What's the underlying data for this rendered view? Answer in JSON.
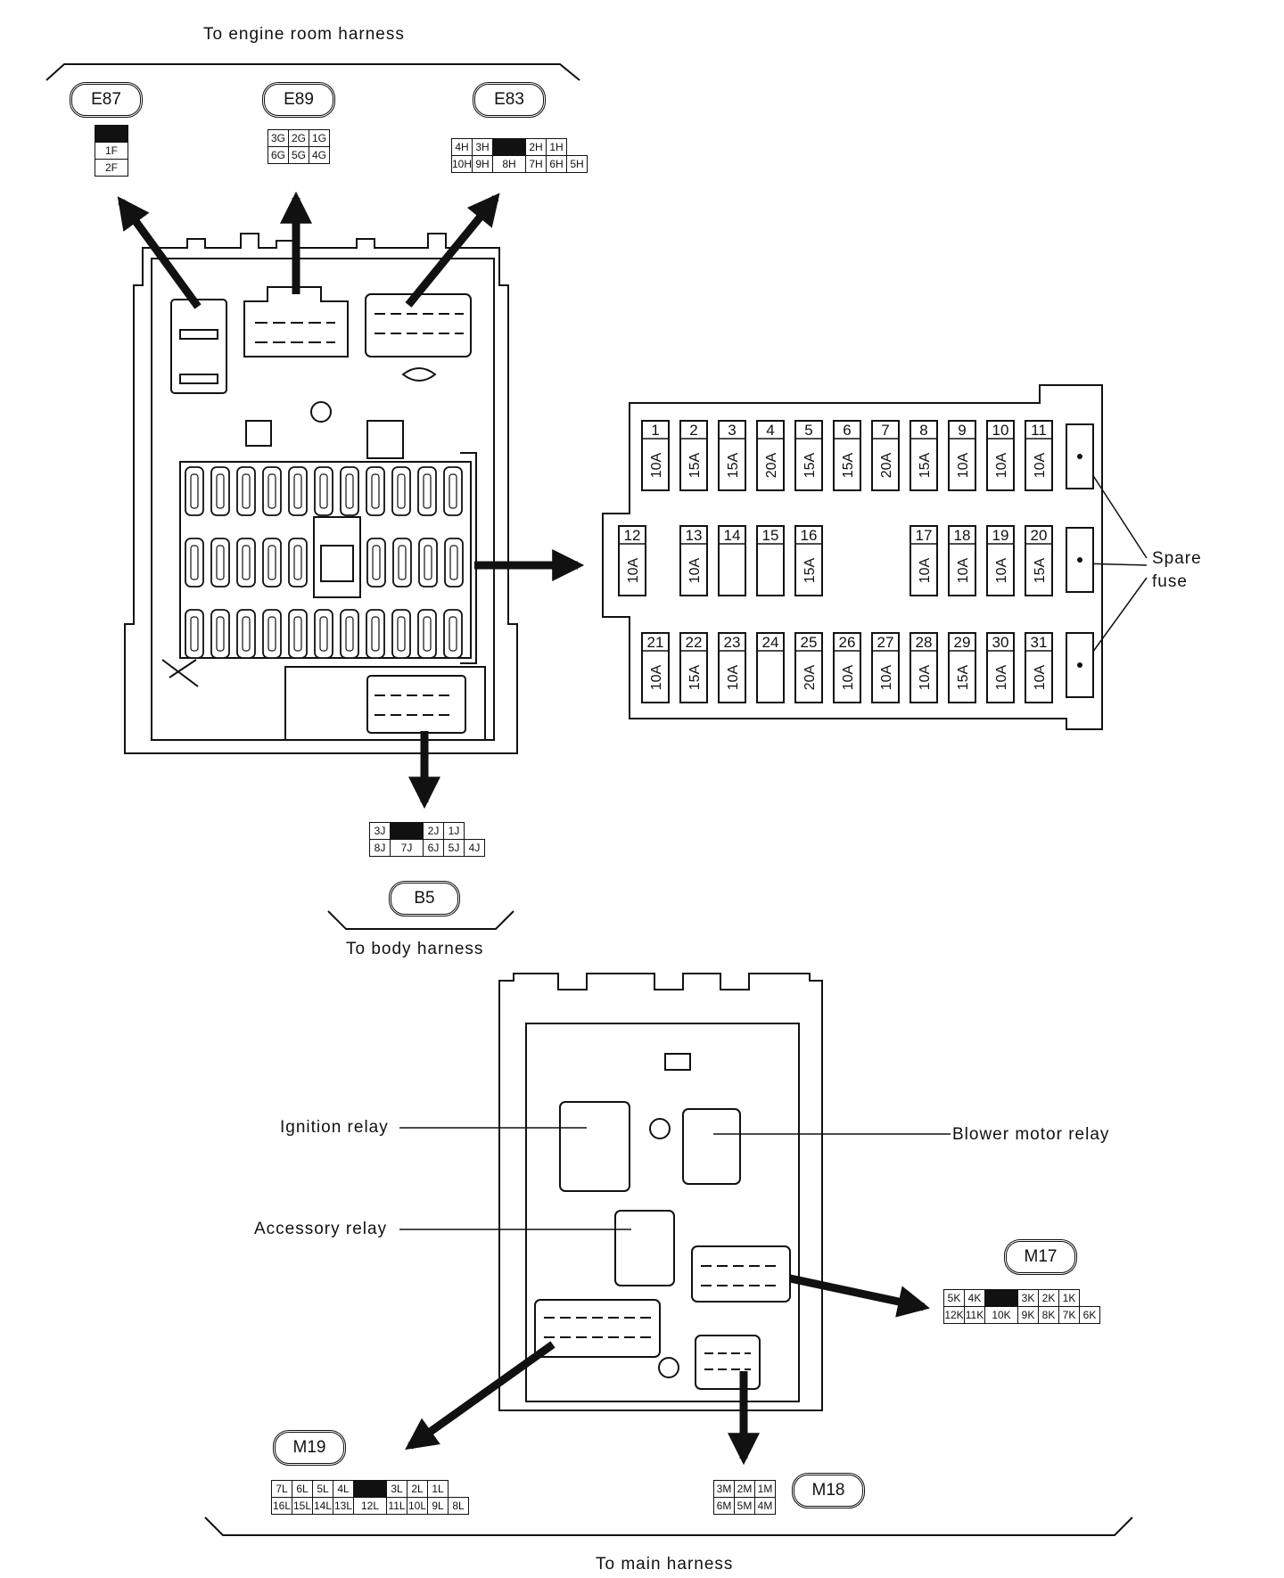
{
  "harness_labels": {
    "engine_room": "To engine room harness",
    "body": "To body harness",
    "main": "To main harness"
  },
  "connectors": {
    "E87": {
      "label": "E87",
      "rows": [
        [
          "■"
        ],
        [
          "1F"
        ],
        [
          "2F"
        ]
      ]
    },
    "E89": {
      "label": "E89",
      "rows": [
        [
          "3G",
          "2G",
          "1G"
        ],
        [
          "6G",
          "5G",
          "4G"
        ]
      ]
    },
    "E83": {
      "label": "E83",
      "rows": [
        [
          "4H",
          "3H",
          "■",
          "2H",
          "1H"
        ],
        [
          "10H",
          "9H",
          "8H",
          "7H",
          "6H",
          "5H"
        ]
      ]
    },
    "B5": {
      "label": "B5",
      "rows": [
        [
          "3J",
          "■",
          "2J",
          "1J"
        ],
        [
          "8J",
          "7J",
          "6J",
          "5J",
          "4J"
        ]
      ]
    },
    "M17": {
      "label": "M17",
      "rows": [
        [
          "5K",
          "4K",
          "■",
          "3K",
          "2K",
          "1K"
        ],
        [
          "12K",
          "11K",
          "10K",
          "9K",
          "8K",
          "7K",
          "6K"
        ]
      ]
    },
    "M18": {
      "label": "M18",
      "rows": [
        [
          "3M",
          "2M",
          "1M"
        ],
        [
          "6M",
          "5M",
          "4M"
        ]
      ]
    },
    "M19": {
      "label": "M19",
      "rows": [
        [
          "7L",
          "6L",
          "5L",
          "4L",
          "■",
          "3L",
          "2L",
          "1L"
        ],
        [
          "16L",
          "15L",
          "14L",
          "13L",
          "12L",
          "11L",
          "10L",
          "9L",
          "8L"
        ]
      ]
    }
  },
  "fuses": {
    "row1": [
      {
        "num": "1",
        "amp": "10A"
      },
      {
        "num": "2",
        "amp": "15A"
      },
      {
        "num": "3",
        "amp": "15A"
      },
      {
        "num": "4",
        "amp": "20A"
      },
      {
        "num": "5",
        "amp": "15A"
      },
      {
        "num": "6",
        "amp": "15A"
      },
      {
        "num": "7",
        "amp": "20A"
      },
      {
        "num": "8",
        "amp": "15A"
      },
      {
        "num": "9",
        "amp": "10A"
      },
      {
        "num": "10",
        "amp": "10A"
      },
      {
        "num": "11",
        "amp": "10A"
      }
    ],
    "row2": [
      {
        "num": "12",
        "amp": "10A"
      },
      {
        "num": "13",
        "amp": "10A"
      },
      {
        "num": "14",
        "amp": ""
      },
      {
        "num": "15",
        "amp": ""
      },
      {
        "num": "16",
        "amp": "15A"
      },
      {
        "num": "17",
        "amp": "10A"
      },
      {
        "num": "18",
        "amp": "10A"
      },
      {
        "num": "19",
        "amp": "10A"
      },
      {
        "num": "20",
        "amp": "15A"
      }
    ],
    "row3": [
      {
        "num": "21",
        "amp": "10A"
      },
      {
        "num": "22",
        "amp": "15A"
      },
      {
        "num": "23",
        "amp": "10A"
      },
      {
        "num": "24",
        "amp": ""
      },
      {
        "num": "25",
        "amp": "20A"
      },
      {
        "num": "26",
        "amp": "10A"
      },
      {
        "num": "27",
        "amp": "10A"
      },
      {
        "num": "28",
        "amp": "10A"
      },
      {
        "num": "29",
        "amp": "15A"
      },
      {
        "num": "30",
        "amp": "10A"
      },
      {
        "num": "31",
        "amp": "10A"
      }
    ]
  },
  "spare_fuse_label": [
    "Spare",
    "fuse"
  ],
  "relays": {
    "ignition": "Ignition relay",
    "blower": "Blower motor relay",
    "accessory": "Accessory relay"
  }
}
